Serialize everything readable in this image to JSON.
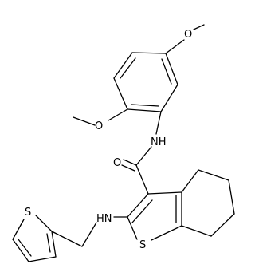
{
  "atom_labels": {
    "o_methoxy_top": "O",
    "o_methoxy_left": "O",
    "o_carbonyl": "O",
    "nh_amide": "NH",
    "hn_amine": "HN",
    "s_thiophene_core": "S",
    "s_thiophene_ring": "S"
  },
  "colors": {
    "bond": "#000000",
    "label": "#000000",
    "background": "#ffffff"
  }
}
